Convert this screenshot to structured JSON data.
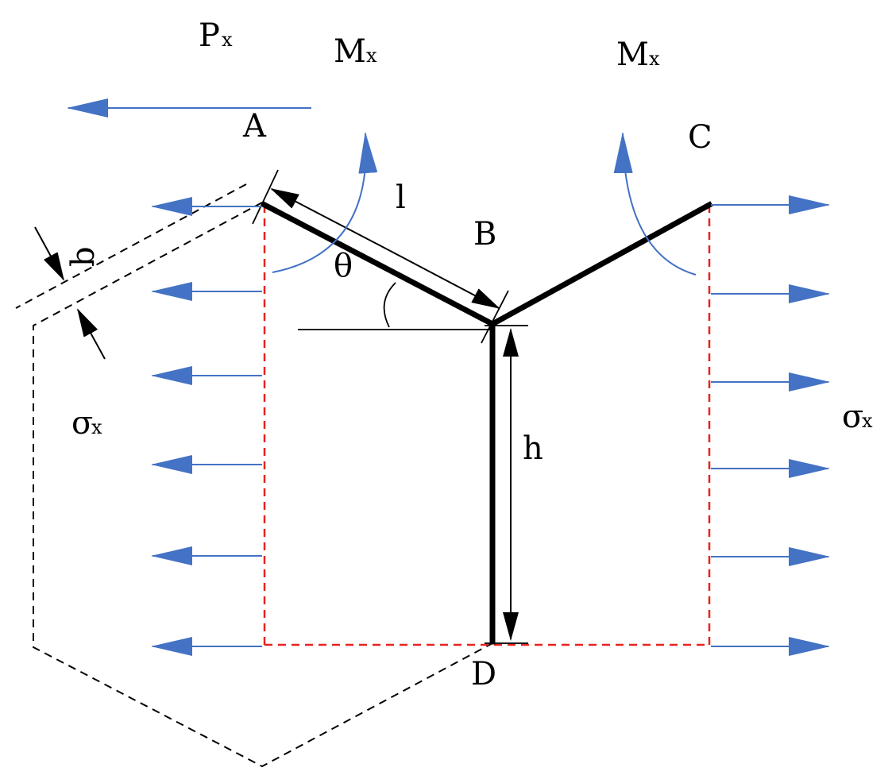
{
  "labels": {
    "P": "P",
    "P_sub": "x",
    "M1": "M",
    "M1_sub": "x",
    "M2": "M",
    "M2_sub": "x",
    "sigma_left": "σ",
    "sigma_left_sub": "x",
    "sigma_right": "σ",
    "sigma_right_sub": "x",
    "A": "A",
    "B": "B",
    "C": "C",
    "D": "D",
    "l": "l",
    "h": "h",
    "theta": "θ",
    "b": "b"
  },
  "colors": {
    "beam": "#000000",
    "force_arrow": "#4472C4",
    "boundary": "#E8231F",
    "cell_outline": "#000000"
  },
  "icons": {
    "stress_arrow": "arrow-icon",
    "moment_arrow": "curved-arrow-icon"
  }
}
